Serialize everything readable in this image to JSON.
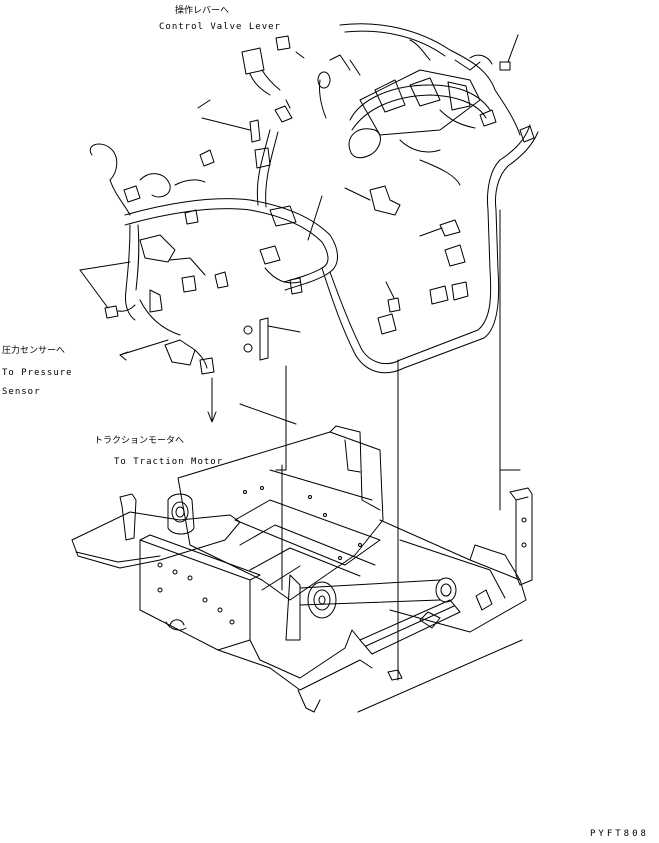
{
  "labels": {
    "control_valve_jp": "操作レバーへ",
    "control_valve_en": "Control Valve Lever",
    "pressure_jp": "圧力センサーへ",
    "pressure_en_1": "To Pressure",
    "pressure_en_2": "Sensor",
    "traction_jp": "トラクションモータへ",
    "traction_en": "To Traction Motor",
    "drawing_code": "PYFT808"
  },
  "colors": {
    "ink": "#000000",
    "paper": "#ffffff"
  }
}
